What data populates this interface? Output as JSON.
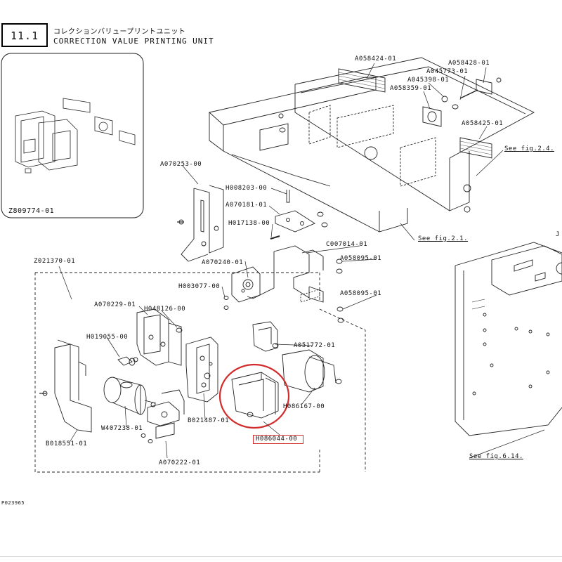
{
  "header": {
    "section_number": "11.1",
    "title_jp": "コレクションバリュープリントユニット",
    "title_en": "CORRECTION VALUE PRINTING UNIT"
  },
  "inset": {
    "part_number": "Z809774-01"
  },
  "parts": {
    "a058424": "A058424-01",
    "a058428": "A058428-01",
    "a045773": "A045773-01",
    "a045398": "A045398-01",
    "a058359": "A058359-01",
    "a058425": "A058425-01",
    "a070253": "A070253-00",
    "h008203": "H008203-00",
    "a070181": "A070181-01",
    "h017138": "H017138-00",
    "c007014": "C007014-01",
    "a058095_a": "A058095-01",
    "a058095_b": "A058095-01",
    "a070240": "A070240-01",
    "h003077": "H003077-00",
    "z021370": "Z021370-01",
    "a070229": "A070229-01",
    "h048126": "H048126-00",
    "h019055": "H019055-00",
    "a051772": "A051772-01",
    "h086167": "H086167-00",
    "b021487": "B021487-01",
    "h086044": "H086044-00",
    "w407238": "W407238-01",
    "b018551": "B018551-01",
    "a070222": "A070222-01",
    "j_partial": "J"
  },
  "references": {
    "fig24": "See fig.2.4.",
    "fig21": "See fig.2.1.",
    "fig614": "See fig.6.14."
  },
  "footer": {
    "drawing_id": "P023965"
  },
  "highlight": {
    "color": "#d22b2b",
    "part": "H086044-00"
  }
}
